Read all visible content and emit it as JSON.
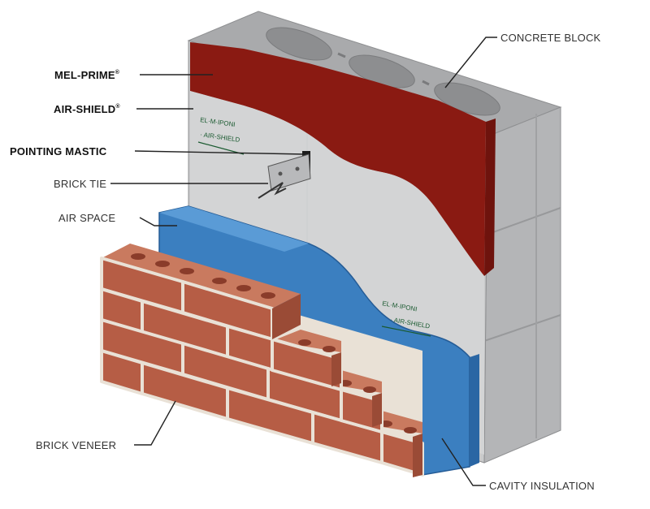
{
  "labels": {
    "mel_prime": "MEL-PRIME",
    "mel_prime_mark": "®",
    "air_shield": "AIR-SHIELD",
    "air_shield_mark": "®",
    "pointing_mastic": "POINTING MASTIC",
    "brick_tie": "BRICK TIE",
    "air_space": "AIR SPACE",
    "brick_veneer": "BRICK VENEER",
    "concrete_block": "CONCRETE BLOCK",
    "cavity_insulation": "CAVITY INSULATION"
  },
  "colors": {
    "block_face": "#c9cacb",
    "block_top": "#a9aaac",
    "block_side": "#b4b5b7",
    "mel_prime": "#8a1a12",
    "air_shield": "#d5d6d7",
    "insulation": "#3b7fc0",
    "brick": "#b65d45",
    "mortar": "#e9e1d6"
  }
}
